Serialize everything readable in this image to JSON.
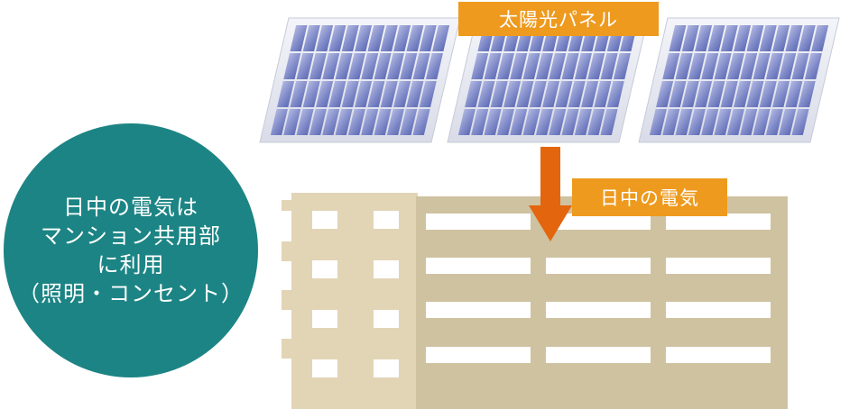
{
  "labels": {
    "solar_panel": "太陽光パネル",
    "daytime_electricity": "日中の電気"
  },
  "usage": {
    "lines": [
      "日中の電気は",
      "マンション共用部",
      "に利用",
      "（照明・コンセント）"
    ]
  },
  "colors": {
    "label_orange": "#ee9a1e",
    "arrow_orange": "#e3650e",
    "circle_teal": "#1c8484",
    "building_light": "#e2d5b6",
    "building_dark": "#cfc2a0",
    "panel_blue": "#5a68b4"
  },
  "icons": [
    "solar-panel-icon",
    "down-arrow-icon",
    "building-icon"
  ]
}
